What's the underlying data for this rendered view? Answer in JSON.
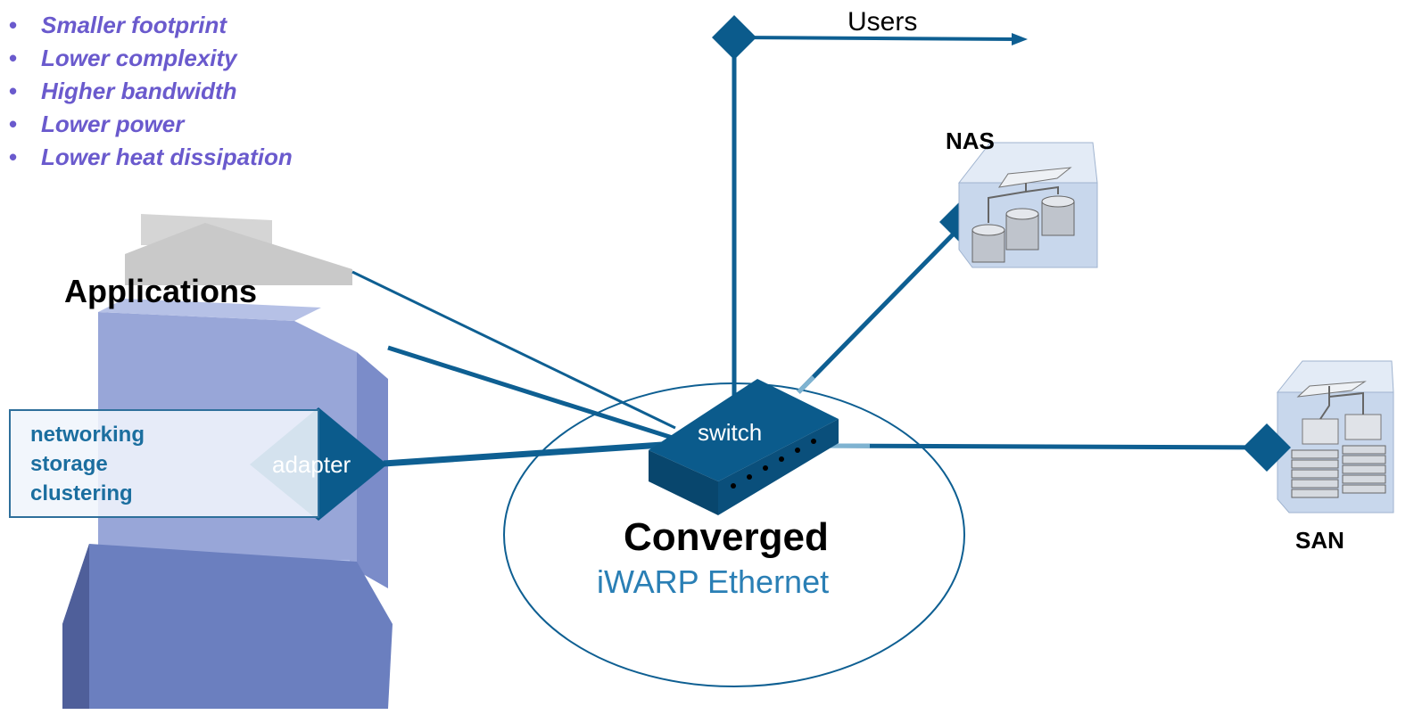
{
  "benefits": [
    "Smaller footprint",
    "Lower complexity",
    "Higher bandwidth",
    "Lower power",
    "Lower heat dissipation"
  ],
  "applications_label": "Applications",
  "users_label": "Users",
  "nas_label": "NAS",
  "san_label": "SAN",
  "switch_label": "switch",
  "adapter_label": "adapter",
  "services": [
    "networking",
    "storage",
    "clustering"
  ],
  "network": {
    "title": "Converged",
    "subtitle": "iWARP Ethernet"
  },
  "colors": {
    "link": "#0e5f92",
    "node": "#0b5b8c",
    "accent": "#2a7fb5",
    "bullet": "#6a5acd"
  }
}
